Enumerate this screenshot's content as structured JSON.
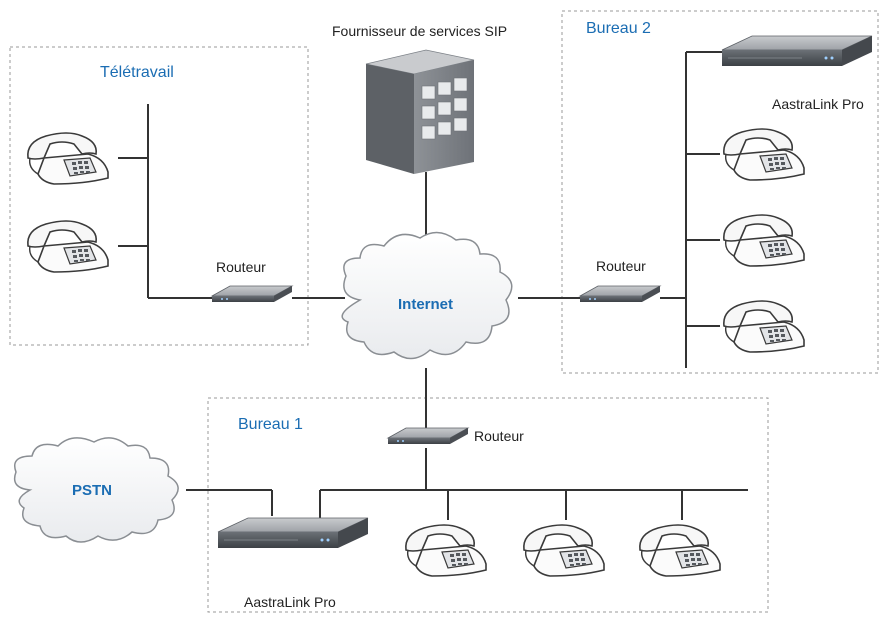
{
  "zones": {
    "teletravail": "Télétravail",
    "bureau1": "Bureau 1",
    "bureau2": "Bureau 2"
  },
  "provider": {
    "label": "Fournisseur de services SIP"
  },
  "clouds": {
    "internet": "Internet",
    "pstn": "PSTN"
  },
  "routers": {
    "teletravail": "Routeur",
    "bureau2": "Routeur",
    "bureau1": "Routeur"
  },
  "pbx": {
    "bureau2": "AastraLink Pro",
    "bureau1": "AastraLink Pro"
  },
  "icons": {
    "phone": "desk-phone-icon",
    "router": "router-icon",
    "server": "rack-server-icon",
    "building": "building-icon",
    "cloud": "cloud-icon"
  },
  "colors": {
    "zone_title": "#1b6db3",
    "cloud_text": "#1b6db3",
    "zone_border": "#9a9a9a",
    "link": "#333333"
  }
}
